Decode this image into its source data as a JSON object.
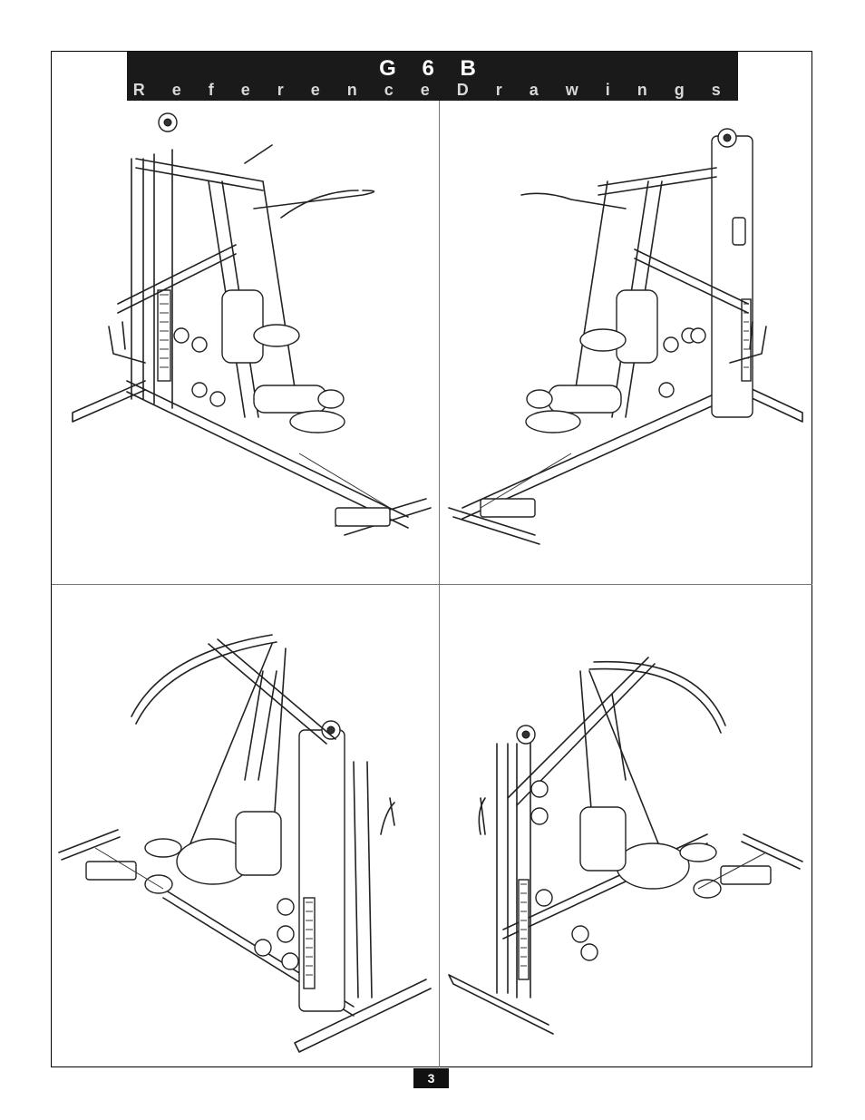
{
  "header": {
    "title": "G 6 B",
    "subtitle": "R e f e r e n c e   D r a w i n g s"
  },
  "drawings": [
    {
      "icon": "home-gym-front-left-drawing"
    },
    {
      "icon": "home-gym-front-right-drawing"
    },
    {
      "icon": "home-gym-rear-left-drawing"
    },
    {
      "icon": "home-gym-rear-right-drawing"
    }
  ],
  "footer": {
    "page_number": "3"
  }
}
